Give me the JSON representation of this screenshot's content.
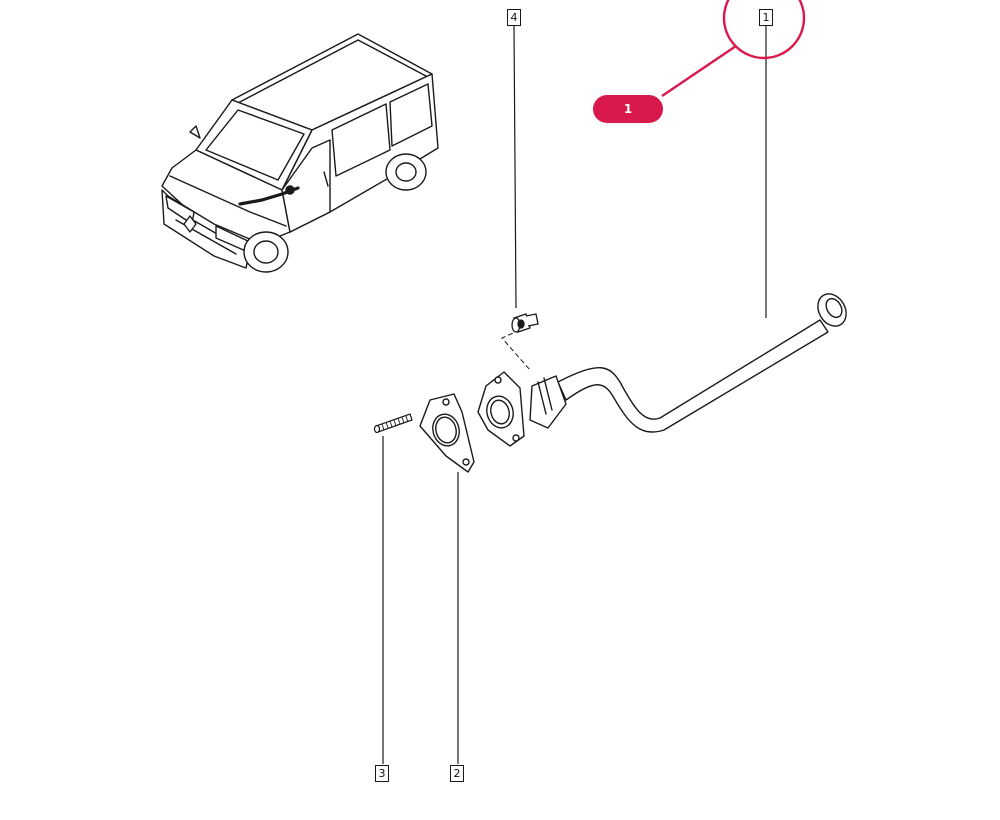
{
  "diagram": {
    "callouts": [
      {
        "id": "callout-1",
        "label": "1"
      },
      {
        "id": "callout-2",
        "label": "2"
      },
      {
        "id": "callout-3",
        "label": "3"
      },
      {
        "id": "callout-4",
        "label": "4"
      }
    ],
    "hotspot": {
      "label": "1",
      "color": "#d9184b"
    },
    "colors": {
      "line": "#1a1a1a",
      "accent": "#d9184b",
      "background": "#ffffff"
    },
    "parts": [
      {
        "ref": "1",
        "name-icon": "exhaust-front-pipe-icon"
      },
      {
        "ref": "2",
        "name-icon": "flange-gasket-icon"
      },
      {
        "ref": "3",
        "name-icon": "stud-bolt-icon"
      },
      {
        "ref": "4",
        "name-icon": "flange-nut-icon"
      }
    ],
    "vehicle_icon": "van-icon"
  }
}
